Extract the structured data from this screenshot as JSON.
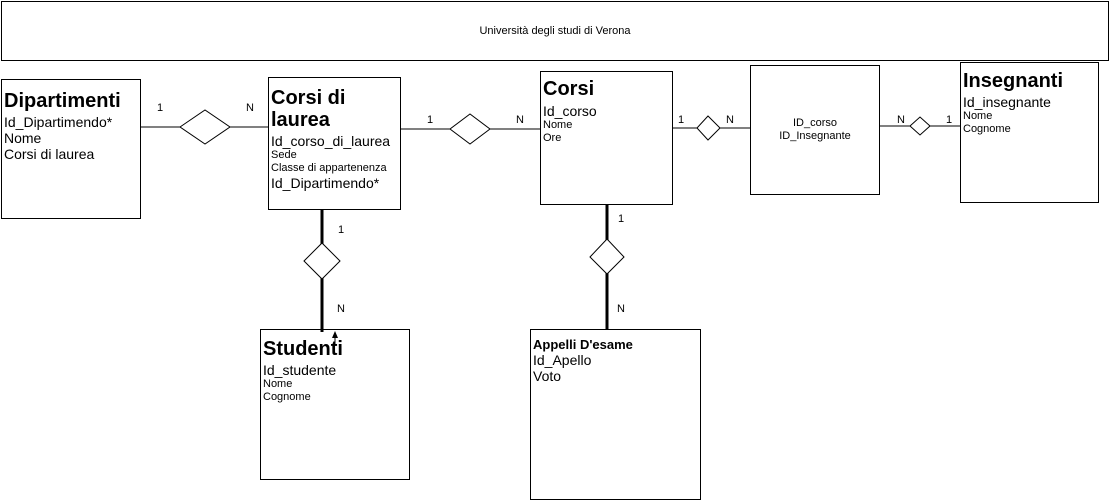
{
  "header": {
    "title": "Università degli studi di Verona"
  },
  "entities": {
    "dipartimenti": {
      "title": "Dipartimenti",
      "fields": [
        "Id_Dipartimendo*",
        "Nome",
        "Corsi di laurea"
      ]
    },
    "corsi_di_laurea": {
      "title_line1": "Corsi di",
      "title_line2": "laurea",
      "field1": "Id_corso_di_laurea",
      "field2": "Sede",
      "field3": "Classe di appartenenza",
      "field4": "Id_Dipartimendo*"
    },
    "corsi": {
      "title": "Corsi",
      "field1": "Id_corso",
      "field2": "Nome",
      "field3": "Ore"
    },
    "corso_insegnante": {
      "field1": "ID_corso",
      "field2": "ID_Insegnante"
    },
    "insegnanti": {
      "title": "Insegnanti",
      "field1": "Id_insegnante",
      "field2": "Nome",
      "field3": "Cognome"
    },
    "studenti": {
      "title": "Studenti",
      "field1": "Id_studente",
      "field2": "Nome",
      "field3": "Cognome"
    },
    "appelli": {
      "title": "Appelli D'esame",
      "field1": "Id_Apello",
      "field2": "Voto"
    }
  },
  "cardinalities": {
    "dip_cdl_left": "1",
    "dip_cdl_right": "N",
    "cdl_corsi_left": "1",
    "cdl_corsi_right": "N",
    "corsi_ci_left": "1",
    "corsi_ci_right": "N",
    "ci_ins_left": "N",
    "ci_ins_right": "1",
    "cdl_stud_top": "1",
    "cdl_stud_bottom": "N",
    "corsi_app_top": "1",
    "corsi_app_bottom": "N"
  }
}
